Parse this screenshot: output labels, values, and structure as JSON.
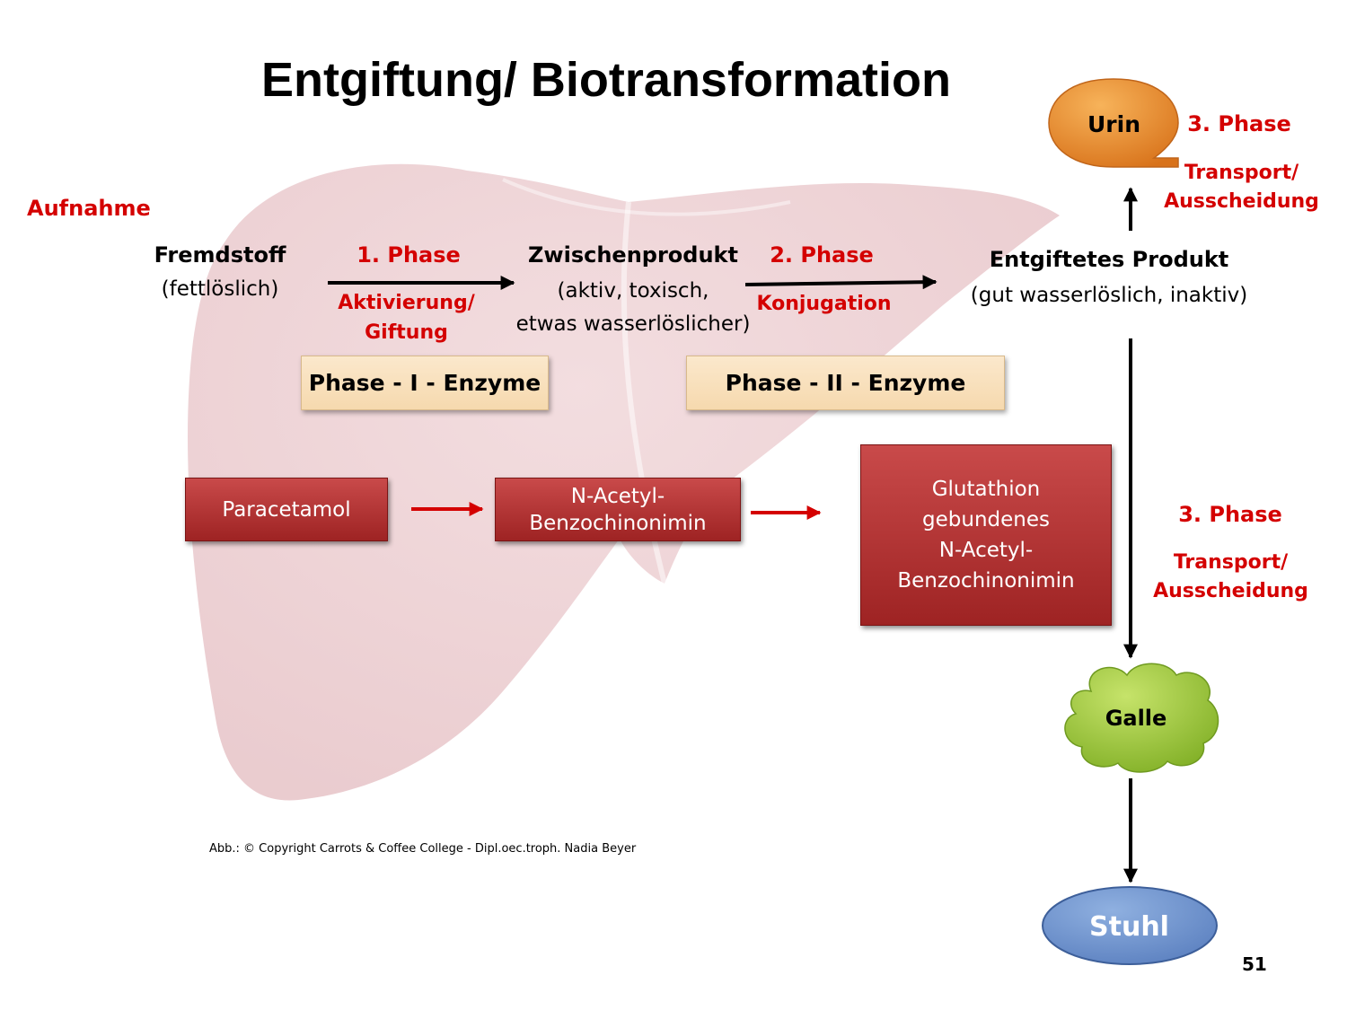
{
  "title": "Entgiftung/ Biotransformation",
  "aufnahme": "Aufnahme",
  "fremdstoff": {
    "name": "Fremdstoff",
    "desc": "(fettlöslich)"
  },
  "phase1": {
    "label": "1. Phase",
    "sub1": "Aktivierung/",
    "sub2": "Giftung"
  },
  "zwischen": {
    "name": "Zwischenprodukt",
    "desc1": "(aktiv, toxisch,",
    "desc2": "etwas wasserlöslicher)"
  },
  "phase2": {
    "label": "2. Phase",
    "sub": "Konjugation"
  },
  "entgiftet": {
    "name": "Entgiftetes Produkt",
    "desc": "(gut wasserlöslich, inaktiv)"
  },
  "enzymes": {
    "phase1": "Phase - I - Enzyme",
    "phase2": "Phase - II - Enzyme"
  },
  "example": {
    "paracetamol": "Paracetamol",
    "napqi1": "N-Acetyl-",
    "napqi2": "Benzochinonimin",
    "gluta1": "Glutathion",
    "gluta2": "gebundenes",
    "gluta3": "N-Acetyl-",
    "gluta4": "Benzochinonimin"
  },
  "phase3_top": {
    "label": "3. Phase",
    "sub1": "Transport/",
    "sub2": "Ausscheidung"
  },
  "phase3_right": {
    "label": "3. Phase",
    "sub1": "Transport/",
    "sub2": "Ausscheidung"
  },
  "urin": "Urin",
  "galle": "Galle",
  "stuhl": "Stuhl",
  "copyright": "Abb.: © Copyright Carrots & Coffee College - Dipl.oec.troph. Nadia Beyer",
  "page_number": "51",
  "colors": {
    "accent_red": "#d40000",
    "urin": "#e8892a",
    "galle": "#8fbf2f",
    "stuhl": "#6b8fc9",
    "example_box": "#b33535",
    "enzyme_box": "#f8dfb8"
  }
}
